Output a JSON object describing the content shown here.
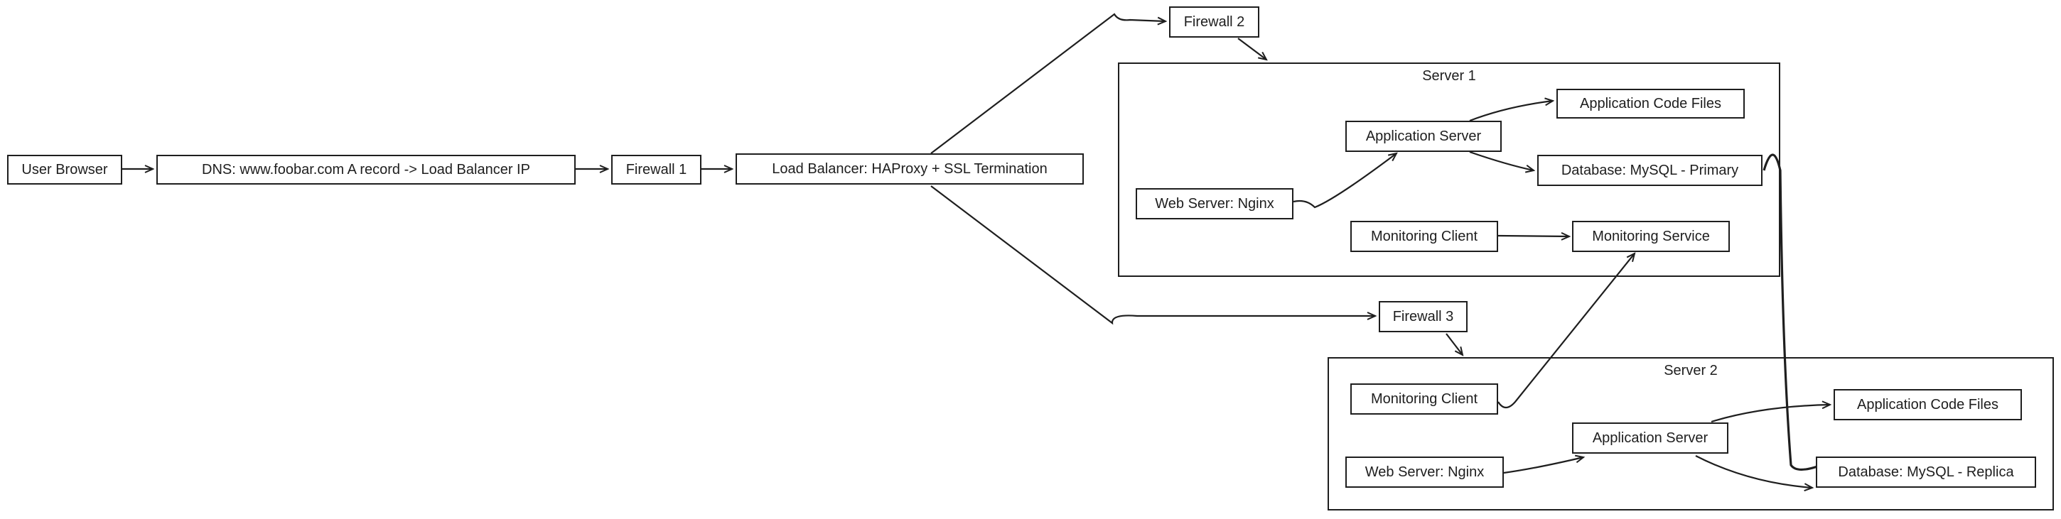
{
  "nodes": {
    "user_browser": "User Browser",
    "dns": "DNS: www.foobar.com A record -> Load Balancer IP",
    "firewall1": "Firewall 1",
    "load_balancer": "Load Balancer: HAProxy + SSL Termination",
    "firewall2": "Firewall 2",
    "firewall3": "Firewall 3"
  },
  "server1": {
    "title": "Server 1",
    "application_code_files": "Application Code Files",
    "application_server": "Application Server",
    "database": "Database: MySQL - Primary",
    "web_server": "Web Server: Nginx",
    "monitoring_client": "Monitoring Client",
    "monitoring_service": "Monitoring Service"
  },
  "server2": {
    "title": "Server 2",
    "monitoring_client": "Monitoring Client",
    "application_code_files": "Application Code Files",
    "application_server": "Application Server",
    "web_server": "Web Server: Nginx",
    "database": "Database: MySQL - Replica"
  },
  "colors": {
    "stroke": "#1e1e1e",
    "background": "#ffffff"
  }
}
